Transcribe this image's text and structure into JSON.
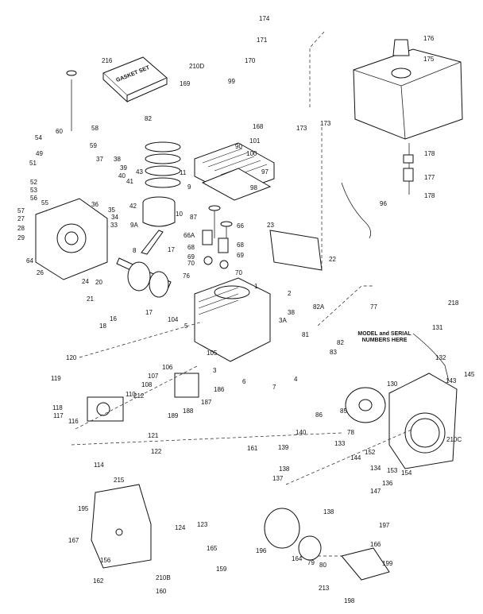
{
  "diagram": {
    "labels": {
      "l174": "174",
      "l176a": "176",
      "l171": "171",
      "l170": "170",
      "l175": "175",
      "l216": "216",
      "l210D": "210D",
      "l169": "169",
      "l99": "99",
      "l82": "82",
      "l168": "168",
      "l58": "58",
      "l59": "59",
      "l60": "60",
      "l101": "101",
      "l90": "90",
      "l100": "100",
      "l173a": "173",
      "l173b": "173",
      "l178a": "178",
      "l177": "177",
      "l178b": "178",
      "l54": "54",
      "l49": "49",
      "l51": "51",
      "l37": "37",
      "l38": "38",
      "l39": "39",
      "l40": "40",
      "l41": "41",
      "l43": "43",
      "l11": "11",
      "l97": "97",
      "l98": "98",
      "l9": "9",
      "l96": "96",
      "l52": "52",
      "l53": "53",
      "l56": "56",
      "l55": "55",
      "l57": "57",
      "l27": "27",
      "l28": "28",
      "l29": "29",
      "l36": "36",
      "l35": "35",
      "l34": "34",
      "l33": "33",
      "l42": "42",
      "l10": "10",
      "l9A": "9A",
      "l87": "87",
      "l66": "66",
      "l66A": "66A",
      "l68a": "68",
      "l68b": "68",
      "l69a": "69",
      "l69b": "69",
      "l70a": "70",
      "l70b": "70",
      "l23": "23",
      "l22": "22",
      "l64": "64",
      "l26": "26",
      "l24": "24",
      "l8": "8",
      "l17a": "17",
      "l20": "20",
      "l76": "76",
      "l1": "1",
      "l2": "2",
      "l21": "21",
      "l17b": "17",
      "l16": "16",
      "l18": "18",
      "l104": "104",
      "l5": "5",
      "l38b": "38",
      "l3A": "3A",
      "l82A": "82A",
      "l77": "77",
      "l218": "218",
      "l81": "81",
      "l82b": "82",
      "l83": "83",
      "l131": "131",
      "l120": "120",
      "l105": "105",
      "l106": "106",
      "l6": "6",
      "l132": "132",
      "l119": "119",
      "l107": "107",
      "l3": "3",
      "l7": "7",
      "l4": "4",
      "l145": "145",
      "l143": "143",
      "l118": "118",
      "l108": "108",
      "l186": "186",
      "l130": "130",
      "l110": "110",
      "l212": "212",
      "l187": "187",
      "l86": "86",
      "l85": "85",
      "l117": "117",
      "l116": "116",
      "l188": "188",
      "l189": "189",
      "l78": "78",
      "l121": "121",
      "l122": "122",
      "l161": "161",
      "l210C": "210C",
      "l133": "133",
      "l139": "139",
      "l140": "140",
      "l144": "144",
      "l152": "152",
      "l153": "153",
      "l154": "154",
      "l114": "114",
      "l138a": "138",
      "l137": "137",
      "l134": "134",
      "l136": "136",
      "l147": "147",
      "l138b": "138",
      "l215": "215",
      "l195": "195",
      "l124": "124",
      "l123": "123",
      "l197": "197",
      "l167": "167",
      "l196": "196",
      "l164": "164",
      "l79": "79",
      "l80": "80",
      "l165": "165",
      "l166": "166",
      "l156": "156",
      "l162": "162",
      "l210B": "210B",
      "l160": "160",
      "l159": "159",
      "l199": "199",
      "l213": "213",
      "l198": "198"
    },
    "gasket_box_text": "GASKET SET",
    "model_note": "MODEL and SERIAL NUMBERS HERE"
  }
}
